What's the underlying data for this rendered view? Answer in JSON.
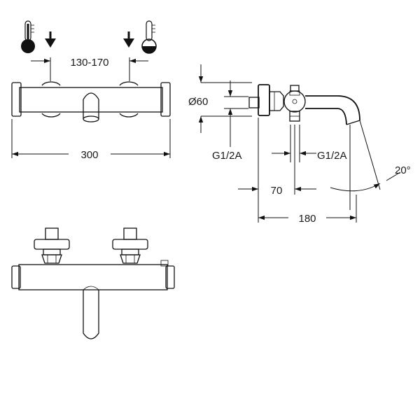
{
  "dimensions": {
    "inlet_spacing": "130-170",
    "overall_width": "300",
    "rosette_diameter": "Ø60",
    "thread_left": "G1/2A",
    "thread_right": "G1/2A",
    "wall_to_inlet": "70",
    "projection": "180",
    "spout_angle": "20°"
  },
  "icons": {
    "cold": "thermometer-cold-icon",
    "hot": "thermometer-hot-icon",
    "arrow": "arrow-down-icon"
  }
}
